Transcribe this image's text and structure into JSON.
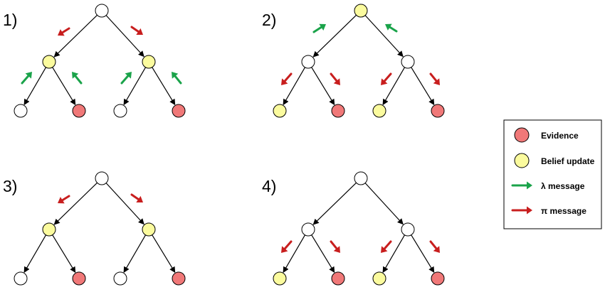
{
  "panels": [
    {
      "label": "1)",
      "nodes": {
        "root": "empty",
        "left": "belief",
        "right": "belief",
        "leaf1": "empty",
        "leaf2": "evidence",
        "leaf3": "empty",
        "leaf4": "evidence"
      },
      "messages": {
        "root_to_left": "pi",
        "root_to_right": "pi",
        "left_from_leaf1": "lambda",
        "left_from_leaf2": "lambda",
        "right_from_leaf3": "lambda",
        "right_from_leaf4": "lambda"
      }
    },
    {
      "label": "2)",
      "nodes": {
        "root": "belief",
        "left": "empty",
        "right": "empty",
        "leaf1": "belief",
        "leaf2": "evidence",
        "leaf3": "belief",
        "leaf4": "evidence"
      },
      "messages": {
        "left_to_root": "lambda",
        "right_to_root": "lambda",
        "left_to_leaf1": "pi",
        "left_to_leaf2": "pi",
        "right_to_leaf3": "pi",
        "right_to_leaf4": "pi"
      }
    },
    {
      "label": "3)",
      "nodes": {
        "root": "empty",
        "left": "belief",
        "right": "belief",
        "leaf1": "empty",
        "leaf2": "evidence",
        "leaf3": "empty",
        "leaf4": "evidence"
      },
      "messages": {
        "root_to_left": "pi",
        "root_to_right": "pi"
      }
    },
    {
      "label": "4)",
      "nodes": {
        "root": "empty",
        "left": "empty",
        "right": "empty",
        "leaf1": "belief",
        "leaf2": "evidence",
        "leaf3": "belief",
        "leaf4": "evidence"
      },
      "messages": {
        "left_to_leaf1": "pi",
        "left_to_leaf2": "pi",
        "right_to_leaf3": "pi",
        "right_to_leaf4": "pi"
      }
    }
  ],
  "legend": [
    {
      "kind": "evidence",
      "label": "Evidence"
    },
    {
      "kind": "belief",
      "label": "Belief update"
    },
    {
      "kind": "lambda",
      "label": "λ message"
    },
    {
      "kind": "pi",
      "label": "π message"
    }
  ],
  "colors": {
    "evidence": "#f07878",
    "belief": "#fbfb9e",
    "empty": "#ffffff",
    "lambda": "#1aa34a",
    "pi": "#c81e1e"
  }
}
